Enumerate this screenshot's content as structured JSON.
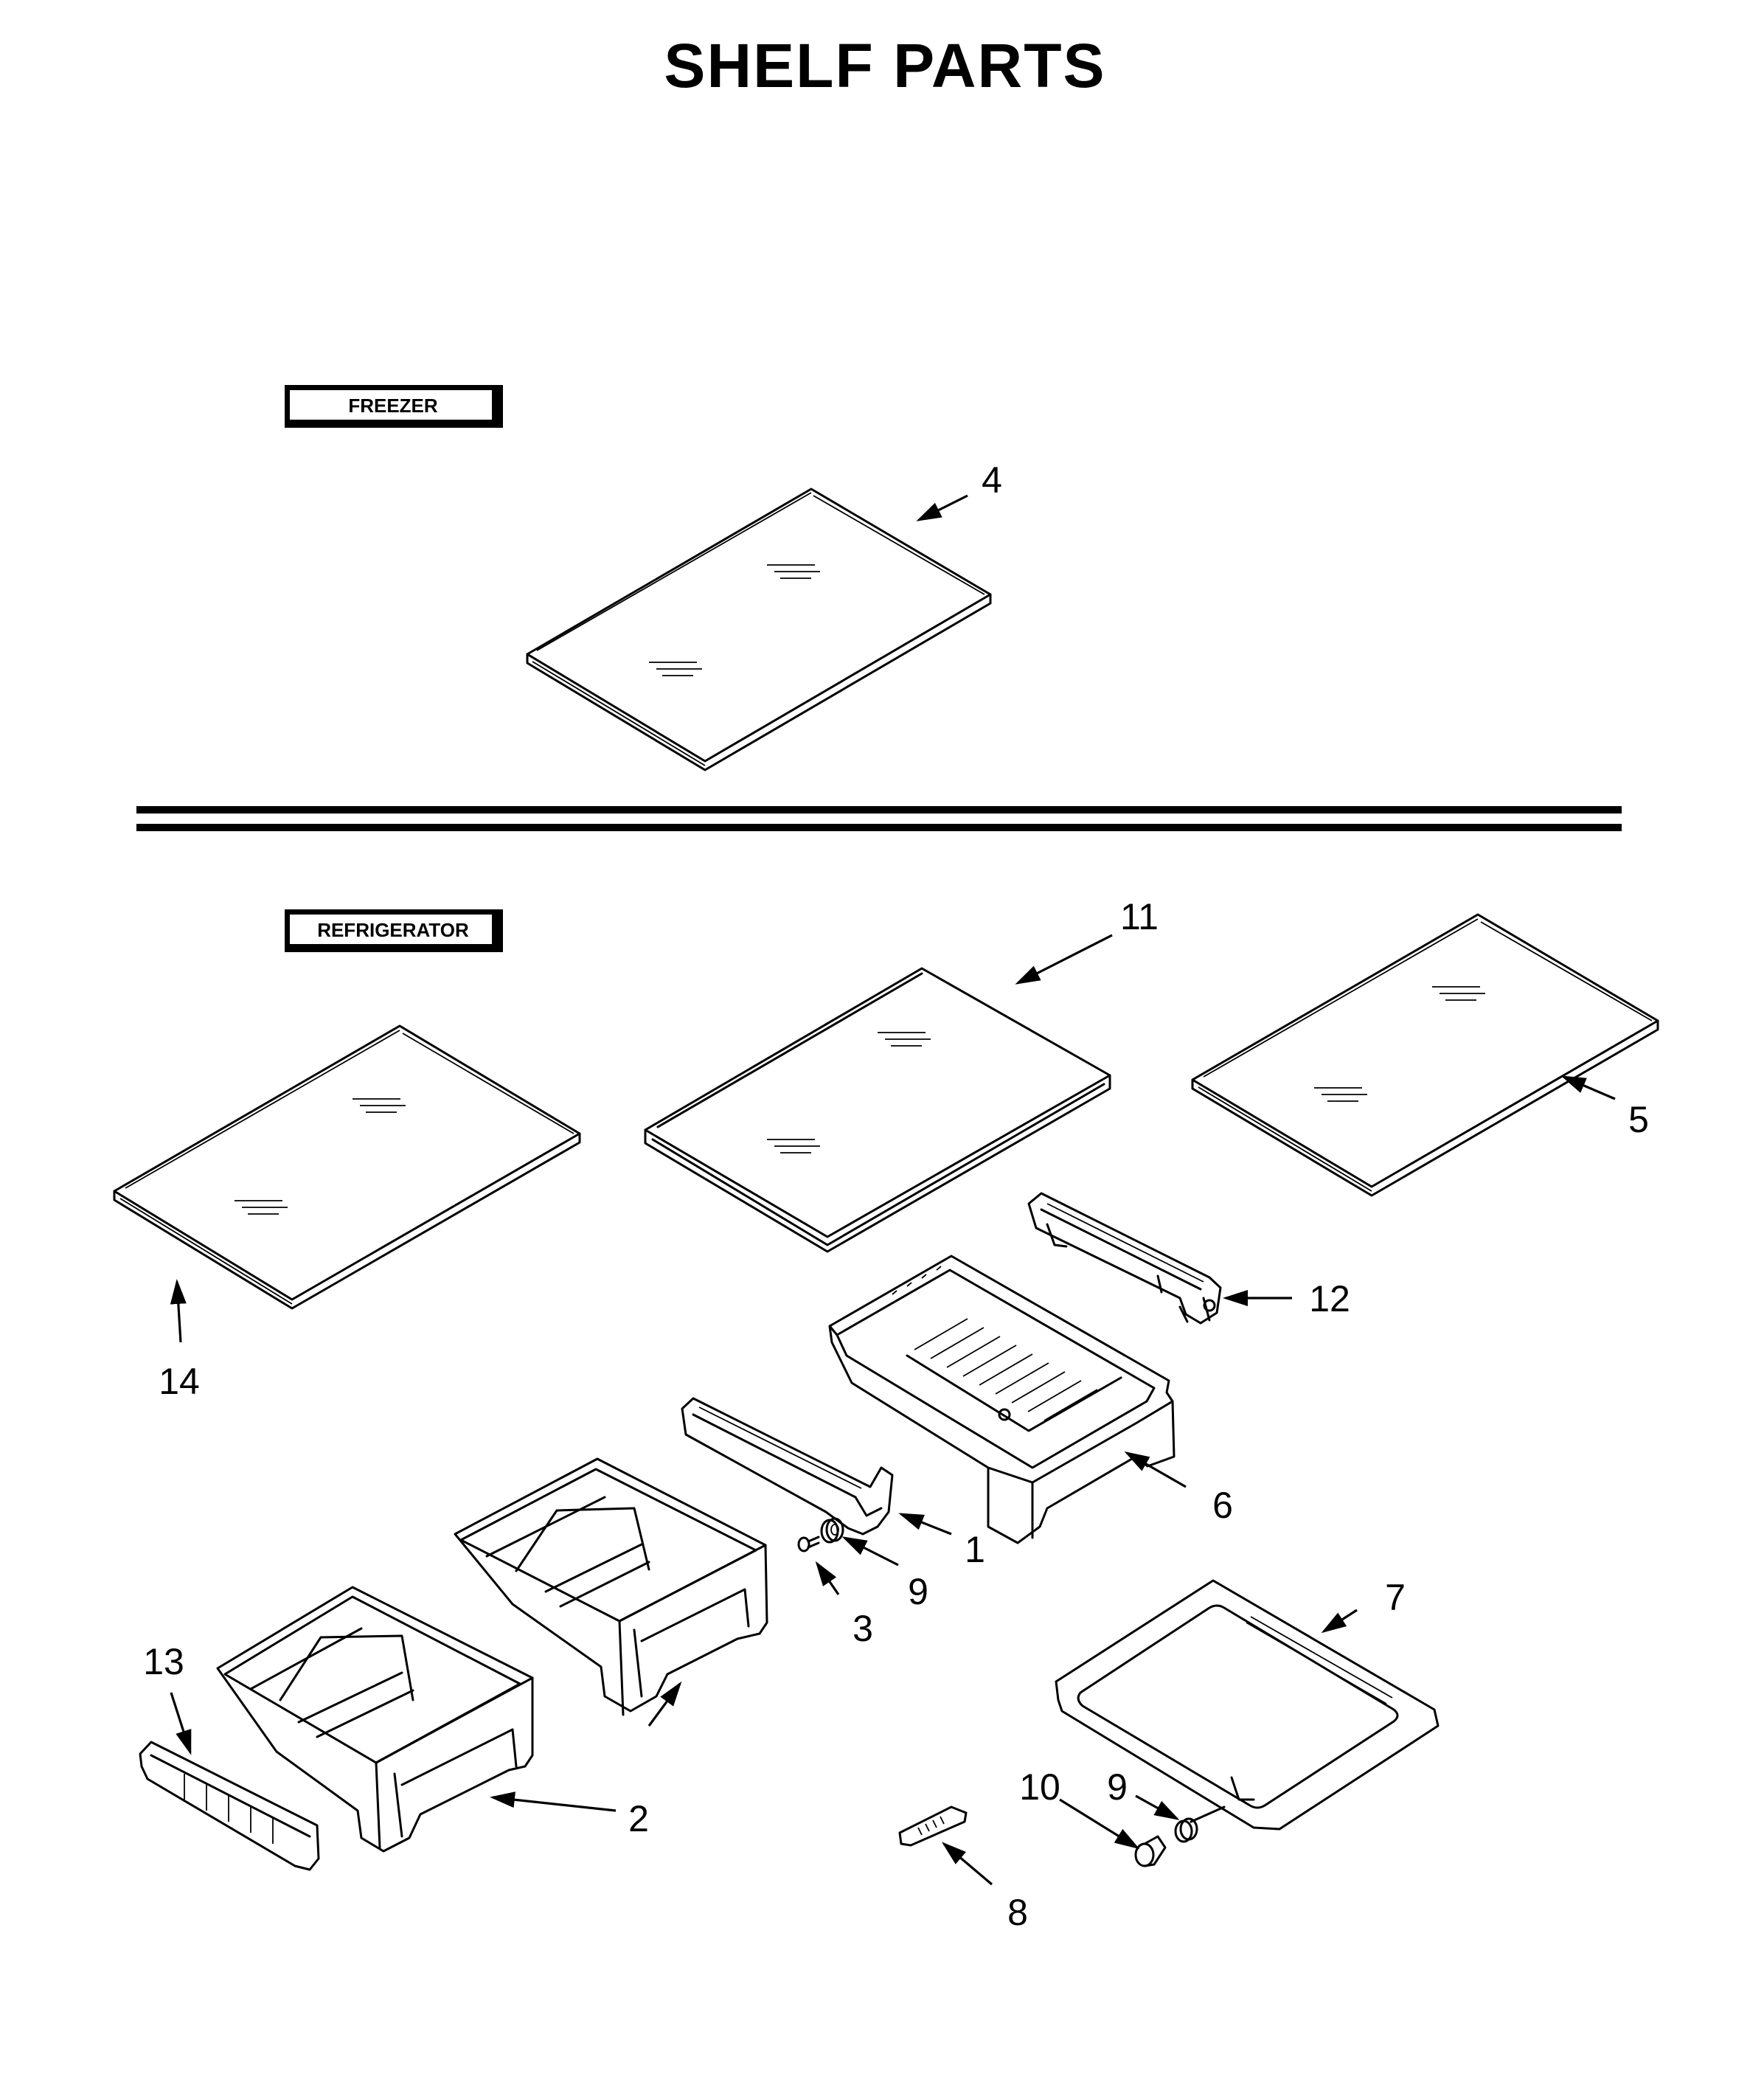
{
  "title": "SHELF PARTS",
  "sections": {
    "freezer": "FREEZER",
    "refrigerator": "REFRIGERATOR"
  },
  "callouts": {
    "c1": "1",
    "c2": "2",
    "c3": "3",
    "c4": "4",
    "c5": "5",
    "c6": "6",
    "c7": "7",
    "c8": "8",
    "c9a": "9",
    "c9b": "9",
    "c10": "10",
    "c11": "11",
    "c12": "12",
    "c13": "13",
    "c14": "14"
  }
}
